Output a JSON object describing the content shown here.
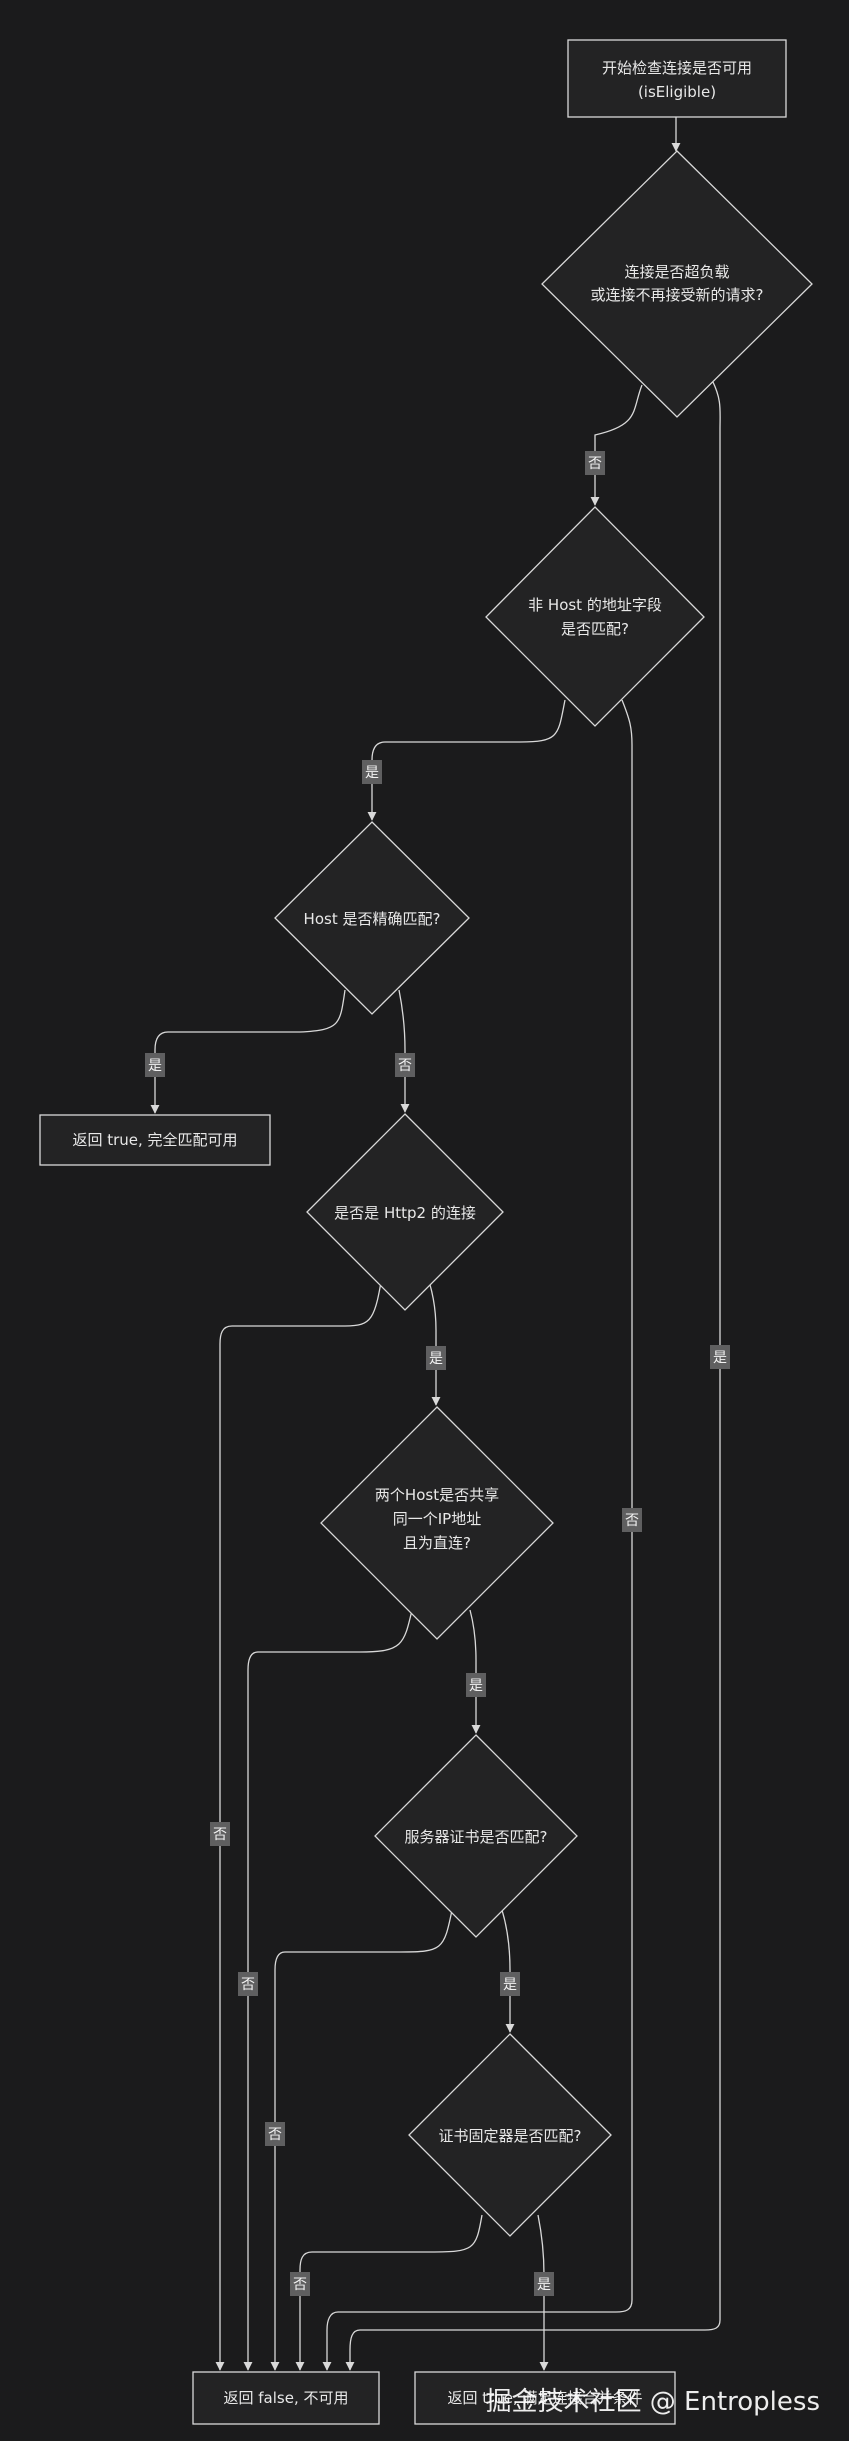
{
  "nodes": {
    "start": {
      "lines": [
        "开始检查连接是否可用",
        "(isEligible)"
      ]
    },
    "overload": {
      "lines": [
        "连接是否超负载",
        "或连接不再接受新的请求?"
      ]
    },
    "address": {
      "lines": [
        "非 Host 的地址字段",
        "是否匹配?"
      ]
    },
    "host_exact": {
      "lines": [
        "Host 是否精确匹配?"
      ]
    },
    "ret_full": {
      "lines": [
        "返回 true, 完全匹配可用"
      ]
    },
    "http2": {
      "lines": [
        "是否是 Http2 的连接"
      ]
    },
    "same_ip": {
      "lines": [
        "两个Host是否共享",
        "同一个IP地址",
        "且为直连?"
      ]
    },
    "cert": {
      "lines": [
        "服务器证书是否匹配?"
      ]
    },
    "pinner": {
      "lines": [
        "证书固定器是否匹配?"
      ]
    },
    "ret_false": {
      "lines": [
        "返回 false, 不可用"
      ]
    },
    "ret_true": {
      "lines": [
        "返回 true, 满足连接合并条件"
      ]
    }
  },
  "edges": {
    "overload_no": "否",
    "overload_yes": "是",
    "address_yes": "是",
    "address_no": "否",
    "host_yes": "是",
    "host_no": "否",
    "http2_yes": "是",
    "http2_no": "否",
    "ip_yes": "是",
    "ip_no": "否",
    "cert_yes": "是",
    "cert_no": "否",
    "pinner_no": "否",
    "pinner_yes": "是"
  },
  "watermark": "掘金技术社区 @ Entropless"
}
